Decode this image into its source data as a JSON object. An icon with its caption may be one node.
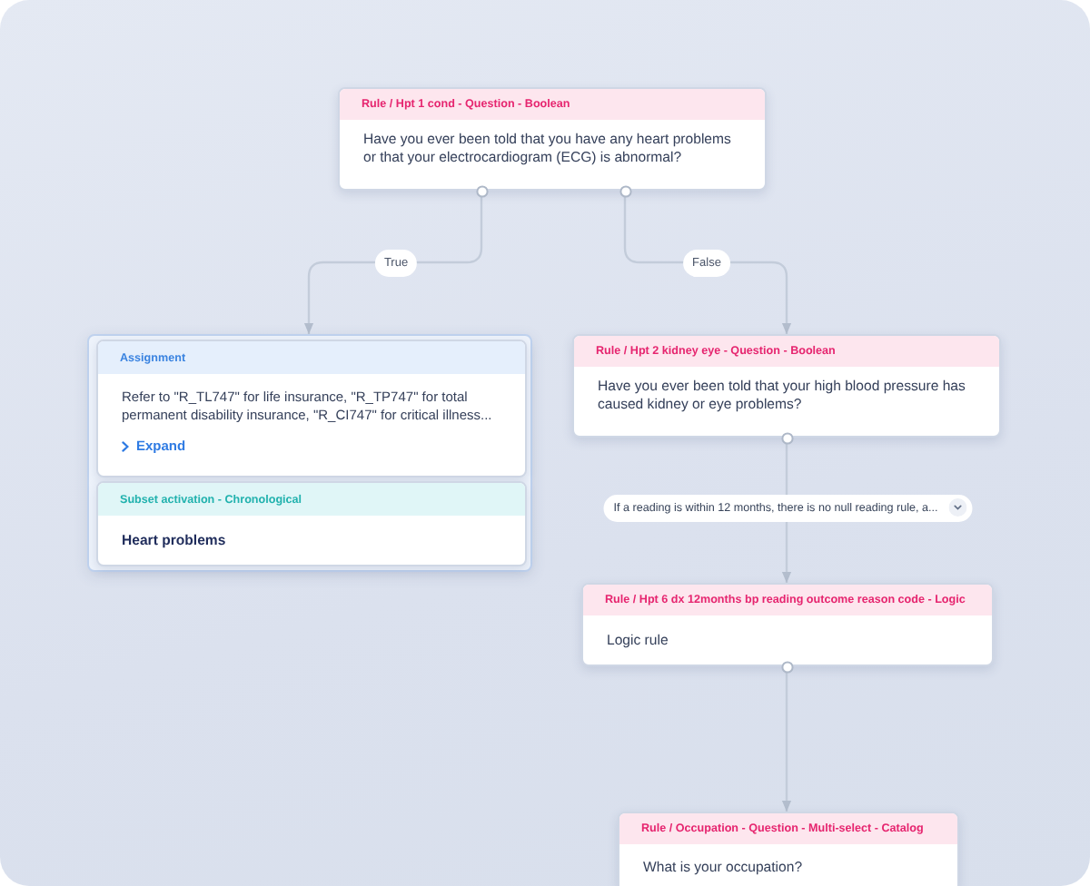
{
  "diagram": {
    "nodes": [
      {
        "text": [
          "Rule / Hpt 1 cond - Question - Boolean",
          "Have you ever been told that you have any heart problems or that your electrocardiogram (ECG) is abnormal?"
        ]
      },
      {
        "text": [],
        "shape": "box"
      },
      {
        "text": [
          "Assignment",
          "Refer to \"R_TL747\" for life insurance, \"R_TP747\" for total permanent disability insurance, \"R_CI747\" for critical illness...",
          "Expand"
        ],
        "in": 1
      },
      {
        "text": [
          "Subset activation - Chronological",
          "Heart problems"
        ],
        "in": 1
      },
      {
        "text": [
          "Rule / Hpt 2 kidney eye - Question - Boolean",
          "Have you ever been told that your high blood pressure has caused kidney or eye problems?"
        ]
      },
      {
        "text": [
          "Rule / Hpt 6 dx 12months bp reading outcome reason code - Logic",
          "Logic rule"
        ]
      },
      {
        "text": [
          "Rule / Occupation - Question - Multi-select - Catalog",
          "What is your occupation?"
        ]
      }
    ],
    "edges": [
      {
        "from": 0,
        "to": 1,
        "arrow": "to",
        "label": "True"
      },
      {
        "from": 0,
        "to": 4,
        "arrow": "to",
        "label": "False"
      },
      {
        "from": 4,
        "to": 5,
        "arrow": "to",
        "label": "If a reading is within 12 months, there is no null reading rule, a..."
      },
      {
        "from": 5,
        "to": 6,
        "arrow": "to"
      }
    ]
  }
}
